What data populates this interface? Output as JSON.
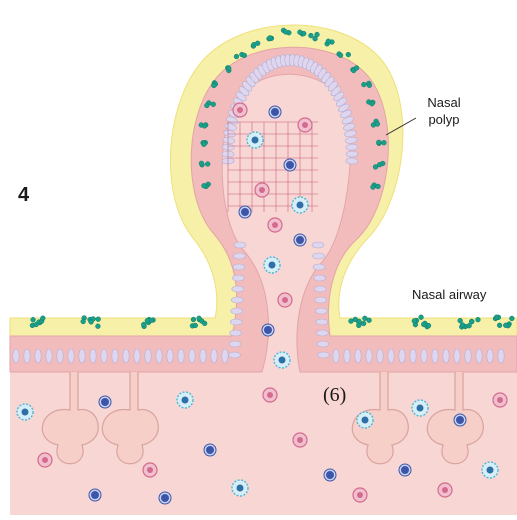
{
  "labels": {
    "panel_number": "4",
    "polyp_line1": "Nasal",
    "polyp_line2": "polyp",
    "airway": "Nasal airway",
    "figure_ref": "(6)"
  },
  "colors": {
    "tissue": "#f7d6d3",
    "epithelium": "#f2bcbc",
    "mucus": "#f7f0a8",
    "bacteria": "#1aa08a",
    "eosinophil": "#d46b8c",
    "lymphocyte": "#3c55a8",
    "macrophage": "#4fb6d6",
    "collagen": "#c8607c"
  }
}
